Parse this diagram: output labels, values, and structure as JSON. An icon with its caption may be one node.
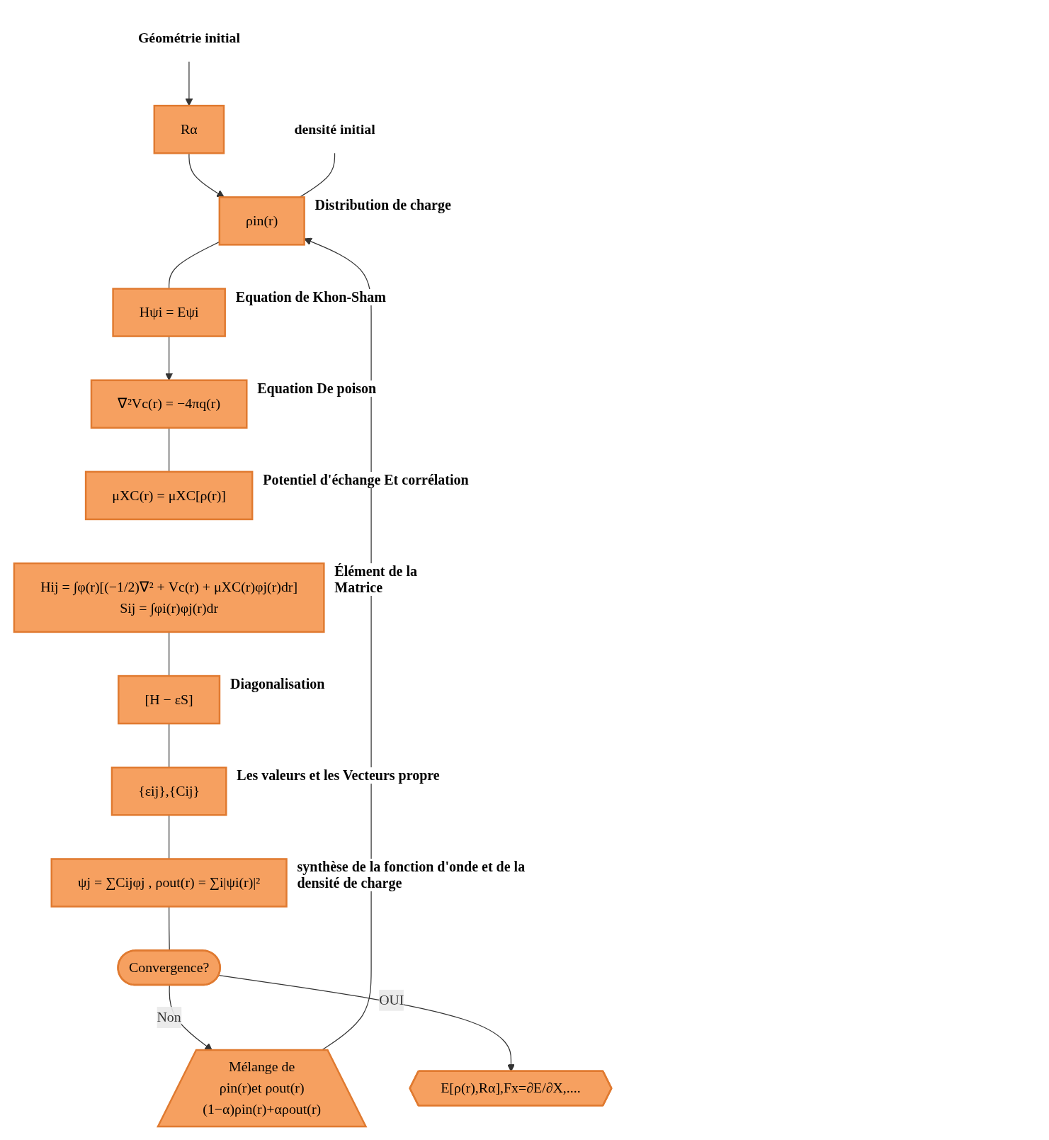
{
  "diagram": {
    "nodes": [
      {
        "text": [
          "Géométrie initial"
        ]
      },
      {
        "text": [
          "Rα"
        ]
      },
      {
        "text": [
          "densité initial"
        ]
      },
      {
        "text": [
          "ρin(r)"
        ],
        "beside": [
          "Distribution de charge"
        ]
      },
      {
        "text": [
          "Hψi = Eψi"
        ],
        "beside": [
          "Equation de Khon-Sham"
        ]
      },
      {
        "text": [
          "∇²Vc(r) = −4πq(r)"
        ],
        "beside": [
          "Equation De poison"
        ]
      },
      {
        "text": [
          "μXC(r) = μXC[ρ(r)]"
        ],
        "beside": [
          "Potentiel d'échange Et corrélation"
        ]
      },
      {
        "text": [
          "Hij = ∫φ(r)[(−1/2)∇² + Vc(r) + μXC(r)φj(r)dr]",
          "Sij = ∫φi(r)φj(r)dr"
        ],
        "beside": [
          "Élément de la",
          "Matrice"
        ]
      },
      {
        "text": [
          "[H − εS]"
        ],
        "beside": [
          "Diagonalisation"
        ]
      },
      {
        "text": [
          "{εij},{Cij}"
        ],
        "beside": [
          "Les valeurs et les Vecteurs propre"
        ]
      },
      {
        "text": [
          "ψj = ∑Cijφj , ρout(r) = ∑i|ψi(r)|²"
        ],
        "beside": [
          "synthèse de la fonction d'onde et de la densité de charge"
        ]
      },
      {
        "text": [
          "Convergence?"
        ]
      },
      {
        "text": [
          "E[ρ(r),Rα],Fx=∂E/∂X,...."
        ]
      },
      {
        "text": [
          "Mélange de",
          "ρin(r)et ρout(r)",
          "(1−α)ρin(r)+αρout(r)"
        ]
      }
    ],
    "edges": [
      {
        "from": 0,
        "to": 1,
        "arrow": "to"
      },
      {
        "from": 1,
        "to": 3,
        "arrow": "to"
      },
      {
        "from": 2,
        "to": 3,
        "arrow": "none"
      },
      {
        "from": 3,
        "to": 4,
        "arrow": "none"
      },
      {
        "from": 4,
        "to": 5,
        "arrow": "to"
      },
      {
        "from": 5,
        "to": 6,
        "arrow": "none"
      },
      {
        "from": 7,
        "to": 8,
        "arrow": "none"
      },
      {
        "from": 8,
        "to": 9,
        "arrow": "none"
      },
      {
        "from": 9,
        "to": 10,
        "arrow": "none"
      },
      {
        "from": 10,
        "to": 11,
        "arrow": "none"
      },
      {
        "from": 11,
        "to": 13,
        "arrow": "to",
        "label": "Non"
      },
      {
        "from": 11,
        "to": 12,
        "arrow": "to",
        "label": "OUI"
      },
      {
        "from": 13,
        "to": 3,
        "arrow": "to"
      }
    ]
  }
}
